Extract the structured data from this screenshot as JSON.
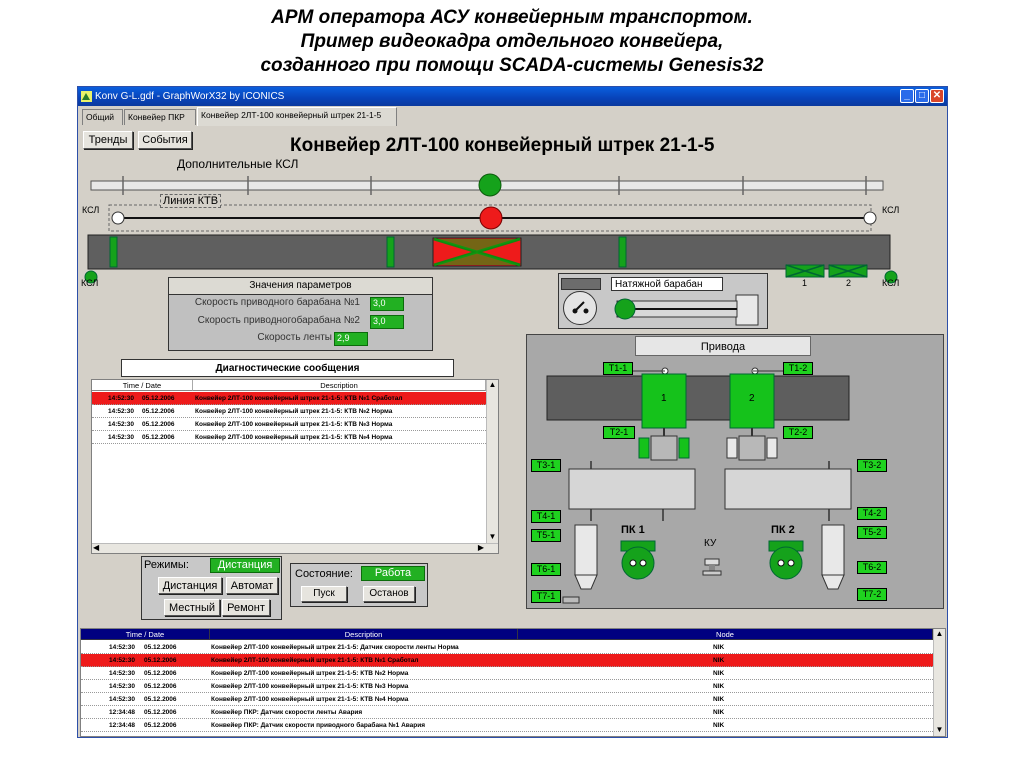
{
  "slide": {
    "line1": "АРМ оператора АСУ конвейерным транспортом.",
    "line2": "Пример видеокадра отдельного конвейера,",
    "line3": "созданного при помощи SCADA-системы Genesis32"
  },
  "window": {
    "title": "Konv G-L.gdf - GraphWorX32 by ICONICS",
    "tabs": [
      "Общий",
      "Конвейер ПКР",
      "Конвейер 2ЛТ-100 конвейерный штрек 21-1-5"
    ],
    "active_tab": 2
  },
  "toolbar": {
    "trends_label": "Тренды",
    "events_label": "События"
  },
  "header": {
    "title": "Конвейер 2ЛТ-100 конвейерный штрек 21-1-5"
  },
  "mimic": {
    "extra_ksl_label": "Дополнительные КСЛ",
    "ktv_line_label": "Линия КТВ",
    "ksl": "КСЛ",
    "kt_labels": [
      "1",
      "2"
    ],
    "colors": {
      "ok": "#15a21b",
      "alarm": "#ee1b1b",
      "belt": "#5f5f5f"
    }
  },
  "params": {
    "title": "Значения параметров",
    "rows": [
      {
        "label": "Скорость приводного барабана №1",
        "value": "3,0"
      },
      {
        "label": "Скорость приводногобарабана №2",
        "value": "3,0"
      },
      {
        "label": "Скорость ленты",
        "value": "2,9"
      }
    ]
  },
  "tension": {
    "label": "Натяжной барабан"
  },
  "diag": {
    "title": "Диагностические сообщения",
    "columns": [
      "Time / Date",
      "Description"
    ],
    "rows": [
      {
        "time": "14:52:30",
        "date": "05.12.2006",
        "desc": "Конвейер 2ЛТ-100 конвейерный штрек 21-1-5: КТВ №1 Сработал",
        "alarm": true
      },
      {
        "time": "14:52:30",
        "date": "05.12.2006",
        "desc": "Конвейер 2ЛТ-100 конвейерный штрек 21-1-5: КТВ №2 Норма",
        "alarm": false
      },
      {
        "time": "14:52:30",
        "date": "05.12.2006",
        "desc": "Конвейер 2ЛТ-100 конвейерный штрек 21-1-5: КТВ №3 Норма",
        "alarm": false
      },
      {
        "time": "14:52:30",
        "date": "05.12.2006",
        "desc": "Конвейер 2ЛТ-100 конвейерный штрек 21-1-5: КТВ №4 Норма",
        "alarm": false
      }
    ]
  },
  "drives": {
    "title": "Привода",
    "motor1": "1",
    "motor2": "2",
    "tags": {
      "t1_1": "Т1-1",
      "t1_2": "Т1-2",
      "t2_1": "Т2-1",
      "t2_2": "Т2-2",
      "t3_1": "Т3-1",
      "t3_2": "Т3-2",
      "t4_1": "Т4-1",
      "t4_2": "Т4-2",
      "t5_1": "Т5-1",
      "t5_2": "Т5-2",
      "t6_1": "Т6-1",
      "t6_2": "Т6-2",
      "t7_1": "Т7-1",
      "t7_2": "Т7-2"
    },
    "pk1": "ПК 1",
    "pk2": "ПК 2",
    "ku": "КУ"
  },
  "modes": {
    "label": "Режимы:",
    "current": "Дистанция",
    "distance_btn": "Дистанция",
    "auto_btn": "Автомат",
    "local_btn": "Местный",
    "repair_btn": "Ремонт"
  },
  "state": {
    "label": "Состояние:",
    "value": "Работа",
    "start_btn": "Пуск",
    "stop_btn": "Останов"
  },
  "alarm_log": {
    "columns": [
      "Time / Date",
      "Description",
      "Node"
    ],
    "rows": [
      {
        "time": "14:52:30",
        "date": "05.12.2006",
        "desc": "Конвейер 2ЛТ-100 конвейерный штрек 21-1-5: Датчик скорости ленты Норма",
        "node": "NIK",
        "alarm": false
      },
      {
        "time": "14:52:30",
        "date": "05.12.2006",
        "desc": "Конвейер 2ЛТ-100 конвейерный штрек 21-1-5: КТВ №1 Сработал",
        "node": "NIK",
        "alarm": true
      },
      {
        "time": "14:52:30",
        "date": "05.12.2006",
        "desc": "Конвейер 2ЛТ-100 конвейерный штрек 21-1-5: КТВ №2  Норма",
        "node": "NIK",
        "alarm": false
      },
      {
        "time": "14:52:30",
        "date": "05.12.2006",
        "desc": "Конвейер 2ЛТ-100 конвейерный штрек 21-1-5: КТВ №3 Норма",
        "node": "NIK",
        "alarm": false
      },
      {
        "time": "14:52:30",
        "date": "05.12.2006",
        "desc": "Конвейер 2ЛТ-100 конвейерный штрек 21-1-5: КТВ №4 Норма",
        "node": "NIK",
        "alarm": false
      },
      {
        "time": "12:34:48",
        "date": "05.12.2006",
        "desc": "Конвейер ПКР: Датчик скорости ленты Авария",
        "node": "NIK",
        "alarm": false
      },
      {
        "time": "12:34:48",
        "date": "05.12.2006",
        "desc": "Конвейер ПКР: Датчик скорости приводного барабана №1 Авария",
        "node": "NIK",
        "alarm": false
      }
    ]
  }
}
